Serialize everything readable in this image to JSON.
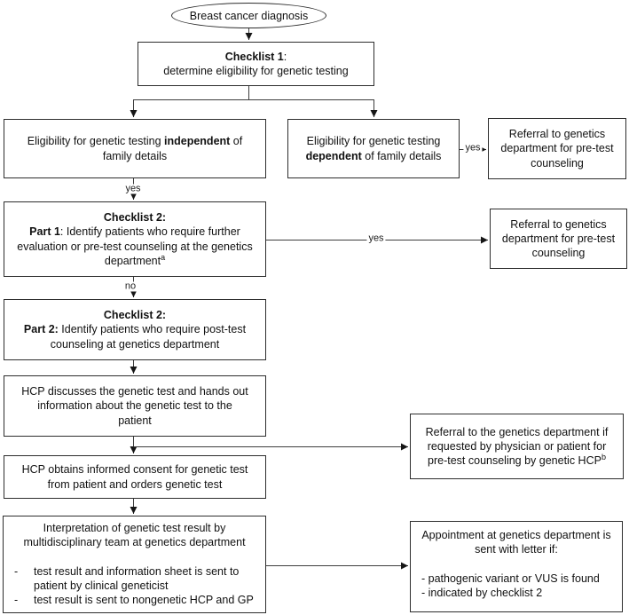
{
  "nodes": {
    "start": {
      "label": "Breast cancer diagnosis"
    },
    "checklist1": {
      "title_bold": "Checklist 1",
      "title_rest": ":",
      "line2": "determine eligibility for genetic testing"
    },
    "elig_independent": {
      "l1_pre": "Eligibility for genetic testing ",
      "l1_bold": "independent",
      "l1_post": " of",
      "l2": "family details"
    },
    "elig_dependent": {
      "l1": "Eligibility for genetic testing",
      "l2_bold": "dependent",
      "l2_post": " of family details"
    },
    "referral_pretest_top": {
      "text": "Referral to genetics\ndepartment for pre-test\ncounseling"
    },
    "referral_pretest_mid": {
      "text": "Referral to genetics\ndepartment for pre-test\ncounseling"
    },
    "checklist2_part1": {
      "l1_bold": "Checklist 2:",
      "l2_bold": "Part 1",
      "l2_rest": ": Identify patients who require further",
      "l3": "evaluation or pre-test counseling at the genetics",
      "l4": "department",
      "l4_sup": "a"
    },
    "checklist2_part2": {
      "l1_bold": "Checklist 2:",
      "l2_bold": "Part 2:",
      "l2_rest": " Identify patients who require post-test",
      "l3": "counseling at genetics department"
    },
    "hcp_discusses": {
      "text": "HCP discusses the genetic test and hands out\ninformation about the genetic test to the\npatient"
    },
    "referral_requested": {
      "l1": "Referral to the genetics department if",
      "l2": "requested by physician or patient for",
      "l3": "pre-test counseling by genetic HCP",
      "l3_sup": "b"
    },
    "hcp_consent": {
      "text": "HCP obtains informed consent for genetic test\nfrom patient and orders genetic test"
    },
    "interpretation": {
      "heading": "Interpretation of genetic test result by\nmultidisciplinary team at genetics department",
      "dash": "-",
      "bullet1": "test result and information sheet is sent to\npatient by clinical geneticist",
      "bullet2": "test result is sent to nongenetic HCP and GP"
    },
    "appointment": {
      "heading": "Appointment at genetics department is\nsent with letter if:",
      "bullet1": "- pathogenic variant or VUS is found",
      "bullet2": "- indicated by checklist 2"
    }
  },
  "edge_labels": {
    "yes_independent": "yes",
    "yes_dependent": "yes",
    "yes_part1": "yes",
    "no_part1": "no"
  },
  "colors": {
    "border": "#2d2d2d",
    "line": "#3d3d3d",
    "text": "#111111",
    "background": "#ffffff"
  }
}
